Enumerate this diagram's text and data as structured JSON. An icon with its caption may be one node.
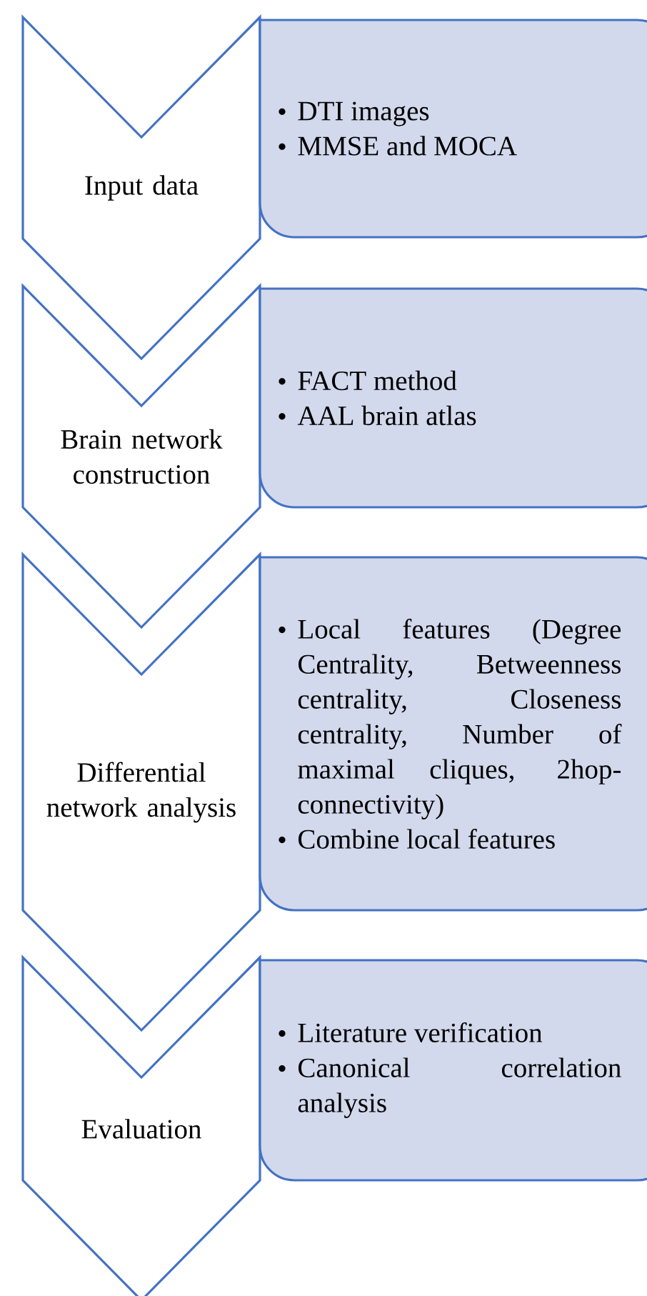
{
  "diagram": {
    "nodes": [
      {
        "text": [
          "Input data"
        ]
      },
      {
        "text": [
          "DTI images",
          "MMSE and MOCA"
        ]
      },
      {
        "text": [
          "Brain network construction"
        ]
      },
      {
        "text": [
          "FACT method",
          "AAL brain atlas"
        ]
      },
      {
        "text": [
          "Differential network analysis"
        ]
      },
      {
        "text": [
          "Local features (Degree Centrality, Betweenness centrality, Closeness centrality, Number of maximal cliques, 2hop-connectivity)",
          "Combine local features"
        ]
      },
      {
        "text": [
          "Evaluation"
        ]
      },
      {
        "text": [
          "Literature verification",
          "Canonical correlation analysis"
        ]
      }
    ]
  }
}
